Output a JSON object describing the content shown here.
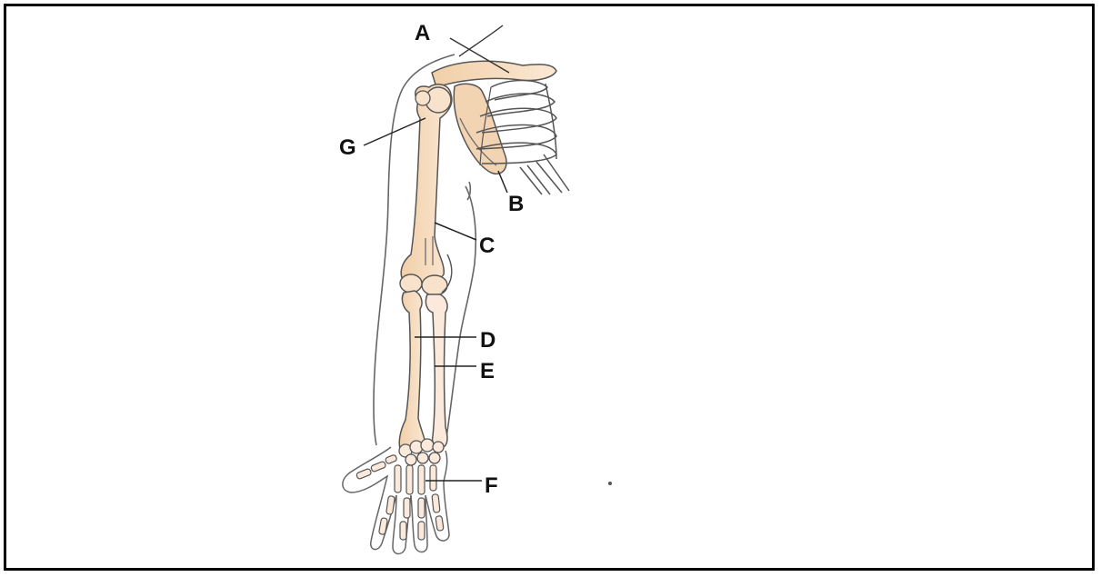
{
  "diagram": {
    "labels": {
      "A": "A",
      "B": "B",
      "C": "C",
      "D": "D",
      "E": "E",
      "F": "F",
      "G": "G"
    },
    "colors": {
      "bone_fill": "#f6dcc0",
      "bone_shade": "#eec69c",
      "outline": "#555555",
      "leader": "#222222"
    }
  }
}
